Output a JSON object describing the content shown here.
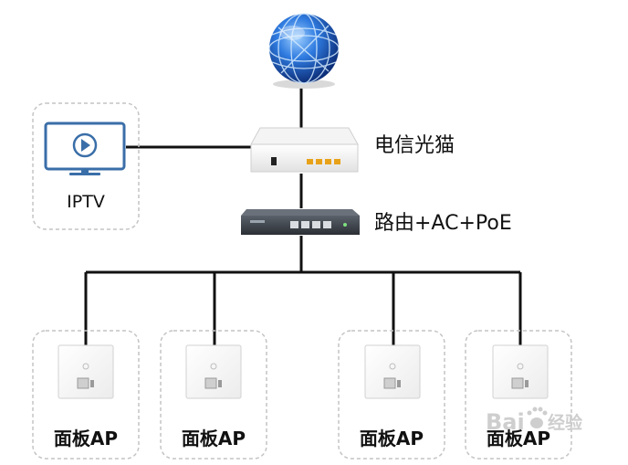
{
  "nodes": {
    "modem": {
      "label": "电信光猫"
    },
    "router": {
      "label": "路由+AC+PoE"
    },
    "iptv": {
      "label": "IPTV"
    },
    "panels": [
      {
        "label": "面板AP"
      },
      {
        "label": "面板AP"
      },
      {
        "label": "面板AP"
      },
      {
        "label": "面板AP"
      }
    ]
  },
  "watermark": {
    "brand": "Bai",
    "suffix": "经验"
  },
  "colors": {
    "line": "#111111",
    "dashed_border": "#c4c4c4",
    "globe": "#1f5fbf",
    "tv_icon": "#3a6ea8",
    "modem_ports": "#e8a21a",
    "router_body": "#3a3f46"
  },
  "icons": {
    "globe": "internet-globe-icon",
    "tv": "tv-play-icon",
    "modem": "optical-modem-icon",
    "router": "router-switch-icon",
    "panel": "wall-panel-ap-icon"
  }
}
